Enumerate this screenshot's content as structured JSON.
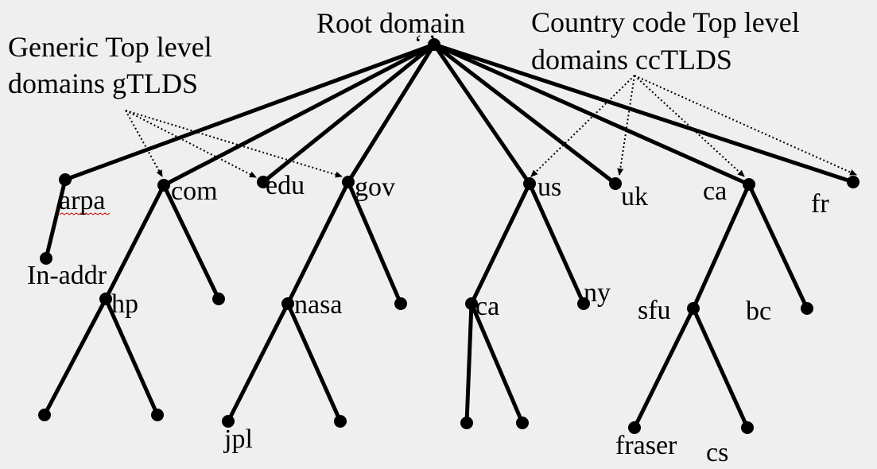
{
  "annotations": {
    "root": "Root domain",
    "root_name": "‘.’",
    "gtld_line1": "Generic Top level",
    "gtld_line2": "domains gTLDS",
    "cctld_line1": "Country code Top level",
    "cctld_line2": "domains ccTLDS"
  },
  "nodes": {
    "arpa": "arpa",
    "in_addr": "In-addr",
    "com": "com",
    "hp": "hp",
    "edu": "edu",
    "gov": "gov",
    "nasa": "nasa",
    "jpl": "jpl",
    "us": "us",
    "us_ca": "ca",
    "ny": "ny",
    "uk": "uk",
    "ca": "ca",
    "sfu": "sfu",
    "bc": "bc",
    "fraser": "fraser",
    "cs": "cs",
    "fr": "fr"
  },
  "colors": {
    "background": "#efefef",
    "ink": "#000000",
    "spellcheck": "#cc0000"
  }
}
